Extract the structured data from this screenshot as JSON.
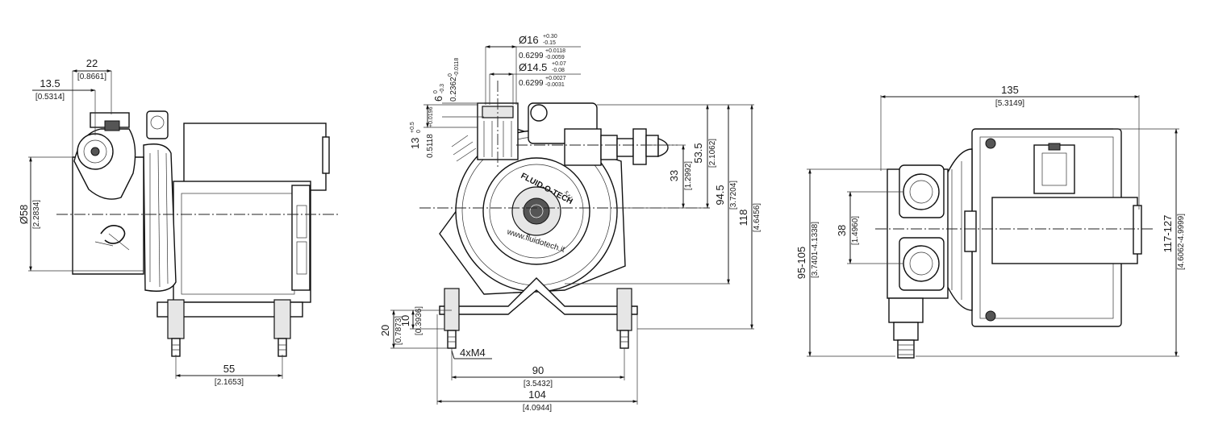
{
  "side_view": {
    "d22": "22",
    "d22_in": "[0.8661]",
    "d13_5": "13.5",
    "d13_5_in": "[0.5314]",
    "d58": "Ø58",
    "d58_in": "[2.2834]",
    "d55": "55",
    "d55_in": "[2.1653]"
  },
  "front_view": {
    "d16": "Ø16",
    "d16_tol_up": "+0.30",
    "d16_tol_dn": "-0.15",
    "d16_in": "0.6299",
    "d16_in_tol_up": "+0.0118",
    "d16_in_tol_dn": "-0.0059",
    "d14_5": "Ø14.5",
    "d14_5_tol_up": "+0.07",
    "d14_5_tol_dn": "-0.08",
    "d14_5_in": "0.6299",
    "d14_5_in_tol_up": "+0.0027",
    "d14_5_in_tol_dn": "-0.0031",
    "d6": "6",
    "d6_tol": "0\n-0.3",
    "d6_tol_up": "0",
    "d6_tol_dn": "-0.3",
    "d6_in": "0.2362",
    "d6_in_tol_up": "0",
    "d6_in_tol_dn": "-0.0118",
    "d13": "13",
    "d13_tol_up": "+0.5",
    "d13_tol_dn": "0",
    "d13_in": "0.5118",
    "d13_in_tol": "+0.0196",
    "d53_5": "53.5",
    "d53_5_in": "[2.1062]",
    "d33": "33",
    "d33_in": "[1.2992]",
    "d94_5": "94.5",
    "d94_5_in": "[3.7204]",
    "d118": "118",
    "d118_in": "[4.6456]",
    "d20": "20",
    "d20_in": "[0.7873]",
    "d10": "10",
    "d10_in": "[0.3936]",
    "d4xm4": "4xM4",
    "d90": "90",
    "d90_in": "[3.5432]",
    "d104": "104",
    "d104_in": "[4.0944]",
    "logo_text": "FLUID-O-TECH",
    "logo_sub": "s.r.l.",
    "logo_url": "www.fluidotech.it"
  },
  "top_view": {
    "d135": "135",
    "d135_in": "[5.3149]",
    "d38": "38",
    "d38_in": "[1.4960]",
    "d95_105": "95-105",
    "d95_105_in": "[3.7401-4.1338]",
    "d117_127": "117-127",
    "d117_127_in": "[4.6062-4.9999]"
  }
}
